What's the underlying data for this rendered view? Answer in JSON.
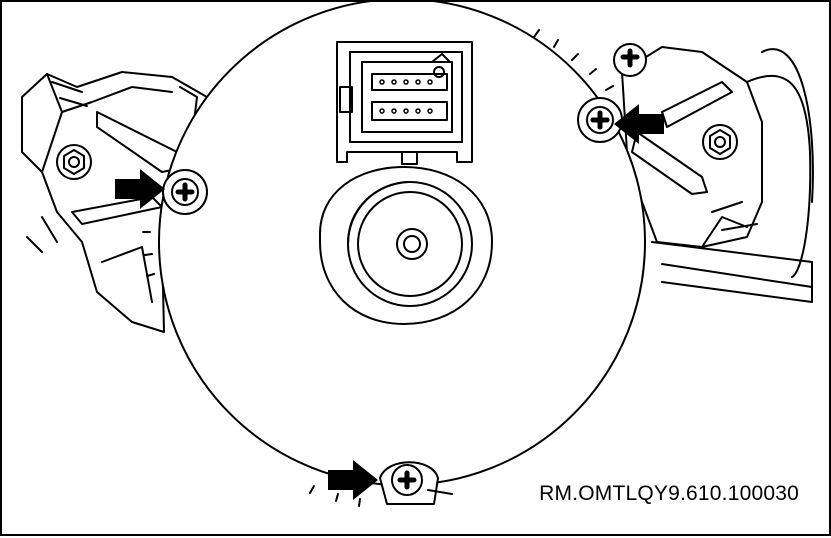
{
  "figure": {
    "reference_code": "RM.OMTLQY9.610.100030",
    "line_color": "#000000",
    "background": "#ffffff",
    "callouts": [
      {
        "name": "arrow-left-screw",
        "points_to": "left-mounting-screw"
      },
      {
        "name": "arrow-right-screw",
        "points_to": "right-mounting-screw"
      },
      {
        "name": "arrow-bottom-screw",
        "points_to": "bottom-mounting-screw"
      }
    ]
  }
}
